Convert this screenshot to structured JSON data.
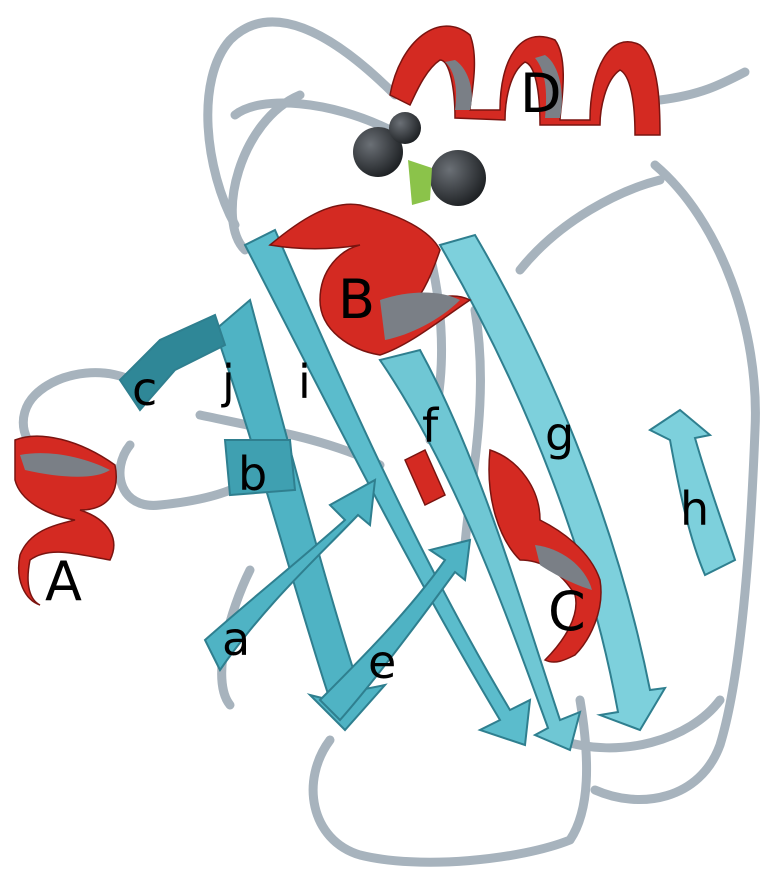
{
  "labels": {
    "helix_A": "A",
    "helix_B": "B",
    "helix_C": "C",
    "helix_D": "D",
    "strand_a": "a",
    "strand_b": "b",
    "strand_c": "c",
    "strand_e": "e",
    "strand_f": "f",
    "strand_g": "g",
    "strand_h": "h",
    "strand_i": "i",
    "strand_j": "j"
  },
  "colors": {
    "helix": "#d42a22",
    "helix_inner": "#7a7f86",
    "strand": "#4fb3c4",
    "strand_dark": "#2f7f8f",
    "coil": "#a7b3bd",
    "ligand": "#2b2f33",
    "ligand_center": "#8bc34a"
  }
}
